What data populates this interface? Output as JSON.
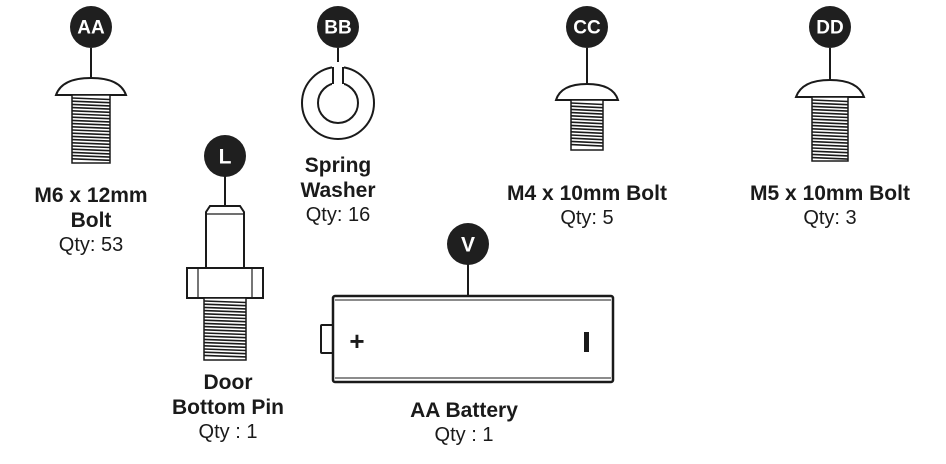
{
  "parts": [
    {
      "id": "AA",
      "name_lines": [
        "M6 x 12mm",
        "Bolt"
      ],
      "qty": "Qty: 53",
      "icon": "button-head-bolt-icon"
    },
    {
      "id": "BB",
      "name_lines": [
        "Spring",
        "Washer"
      ],
      "qty": "Qty: 16",
      "icon": "spring-washer-icon"
    },
    {
      "id": "CC",
      "name_lines": [
        "M4 x 10mm Bolt"
      ],
      "qty": "Qty: 5",
      "icon": "button-head-bolt-icon"
    },
    {
      "id": "DD",
      "name_lines": [
        "M5 x 10mm Bolt"
      ],
      "qty": "Qty: 3",
      "icon": "button-head-bolt-icon"
    },
    {
      "id": "L",
      "name_lines": [
        "Door",
        "Bottom Pin"
      ],
      "qty": "Qty  : 1",
      "icon": "door-pin-icon"
    },
    {
      "id": "V",
      "name_lines": [
        "AA Battery"
      ],
      "qty": "Qty : 1",
      "icon": "aa-battery-icon"
    }
  ],
  "battery": {
    "plus": "+",
    "minus": "I"
  },
  "colors": {
    "badge": "#1f1f1f",
    "line": "#1a1a1a",
    "text": "#1a1a1a"
  }
}
